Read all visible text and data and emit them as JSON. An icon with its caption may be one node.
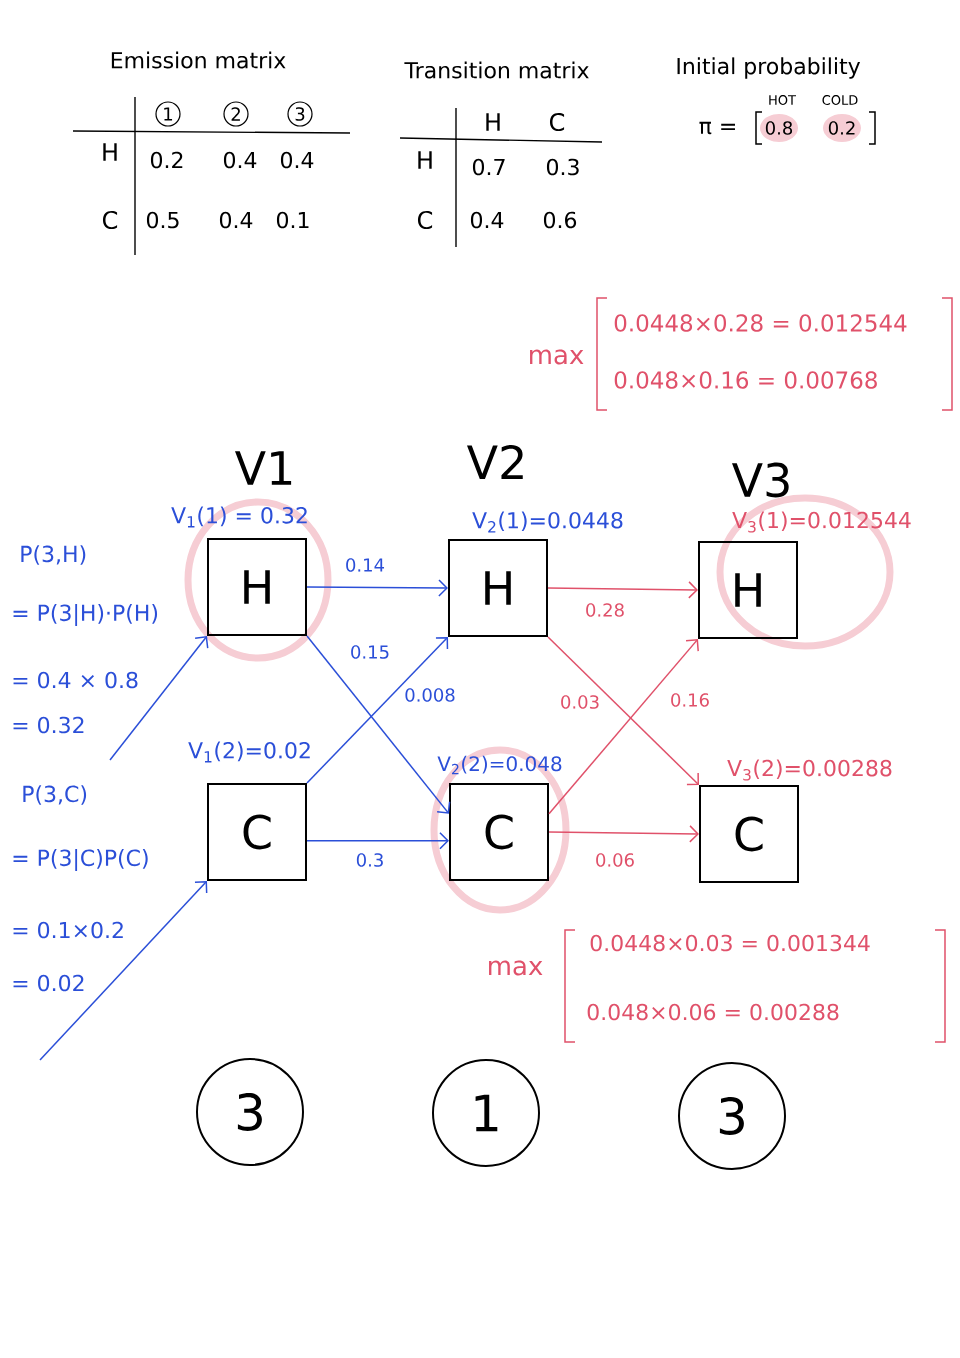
{
  "diagram": {
    "nodes": [
      {
        "text": [
          "H"
        ],
        "beside": [
          "V1",
          "V$_{1}$(1) = 0.32"
        ]
      },
      {
        "text": [
          "C"
        ],
        "beside": [
          "V$_{1}$(2)=0.02"
        ]
      },
      {
        "text": [
          "H"
        ],
        "beside": [
          "V2",
          "V$_{2}$(1)=0.0448"
        ]
      },
      {
        "text": [
          "C"
        ],
        "beside": [
          "V$_{2}$(2)=0.048"
        ]
      },
      {
        "text": [
          "H"
        ],
        "beside": [
          "V3",
          "V$_{3}$(1)=0.012544"
        ]
      },
      {
        "text": [
          "C"
        ],
        "beside": [
          "V$_{3}$(2)=0.00288"
        ]
      },
      {
        "text": [
          "3"
        ]
      },
      {
        "text": [
          "1"
        ]
      },
      {
        "text": [
          "3"
        ]
      }
    ],
    "edges": [
      {
        "from": null,
        "to": 0,
        "arrow": "to"
      },
      {
        "from": null,
        "to": 1,
        "arrow": "to"
      },
      {
        "from": 0,
        "to": 2,
        "arrow": "to",
        "label": "0.14"
      },
      {
        "from": 0,
        "to": 3,
        "arrow": "to",
        "label": "0.15"
      },
      {
        "from": 1,
        "to": 2,
        "arrow": "to",
        "label": "0.008"
      },
      {
        "from": 1,
        "to": 3,
        "arrow": "to",
        "label": "0.3"
      },
      {
        "from": 2,
        "to": 4,
        "arrow": "to",
        "label": "0.28",
        "color": "#e0516a"
      },
      {
        "from": 2,
        "to": 5,
        "arrow": "to",
        "label": "0.03",
        "color": "#e0516a"
      },
      {
        "from": 3,
        "to": 4,
        "arrow": "to",
        "label": "0.16",
        "color": "#e0516a"
      },
      {
        "from": 3,
        "to": 5,
        "arrow": "to",
        "label": "0.06",
        "color": "#e0516a"
      }
    ],
    "labels": [
      "Emission matrix",
      "1",
      "2",
      "3",
      "H",
      "0.2",
      "0.4",
      "0.4",
      "C",
      "0.5",
      "0.4",
      "0.1",
      "Transition matrix",
      "H",
      "C",
      "H",
      "0.7",
      "0.3",
      "C",
      "0.4",
      "0.6",
      "Initial probability",
      "HOT",
      "COLD",
      "π =",
      "0.8",
      "0.2",
      "P(3,H)",
      "= P(3|H)·P(H)",
      "= 0.4 × 0.8",
      "= 0.32",
      "P(3,C)",
      "= P(3|C)P(C)",
      "= 0.1×0.2",
      "= 0.02",
      "max",
      "0.0448×0.28 = 0.012544",
      "0.048×0.16 = 0.00768",
      "max",
      "0.0448×0.03 = 0.001344",
      "0.048×0.06 = 0.00288"
    ]
  }
}
